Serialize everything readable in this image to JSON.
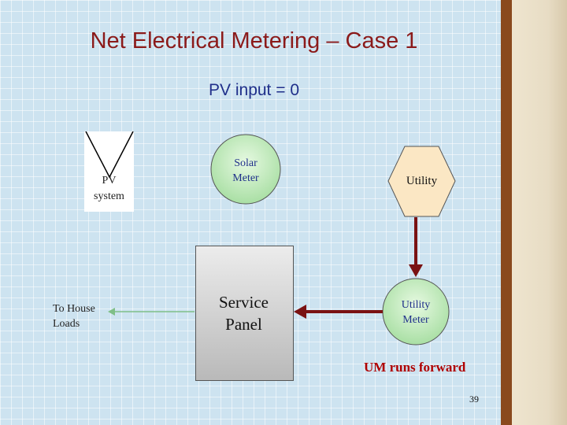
{
  "slide": {
    "title": "Net Electrical Metering – Case 1",
    "subtitle": "PV input  = 0",
    "page_number": "39"
  },
  "nodes": {
    "pv_system": {
      "line1": "PV",
      "line2": "system"
    },
    "solar_meter": {
      "line1": "Solar",
      "line2": "Meter"
    },
    "utility": {
      "label": "Utility"
    },
    "service_panel": {
      "line1": "Service",
      "line2": "Panel"
    },
    "utility_meter": {
      "line1": "Utility",
      "line2": "Meter"
    },
    "house_loads": {
      "line1": "To House",
      "line2": "Loads"
    }
  },
  "annotation": {
    "um_status": "UM runs forward"
  },
  "colors": {
    "title": "#8b1a1a",
    "text": "#1f2f8a",
    "power_arrow": "#7a1212",
    "load_arrow": "#7fbf87",
    "meter_fill": "#c9eec4",
    "status_text": "#b00000"
  }
}
